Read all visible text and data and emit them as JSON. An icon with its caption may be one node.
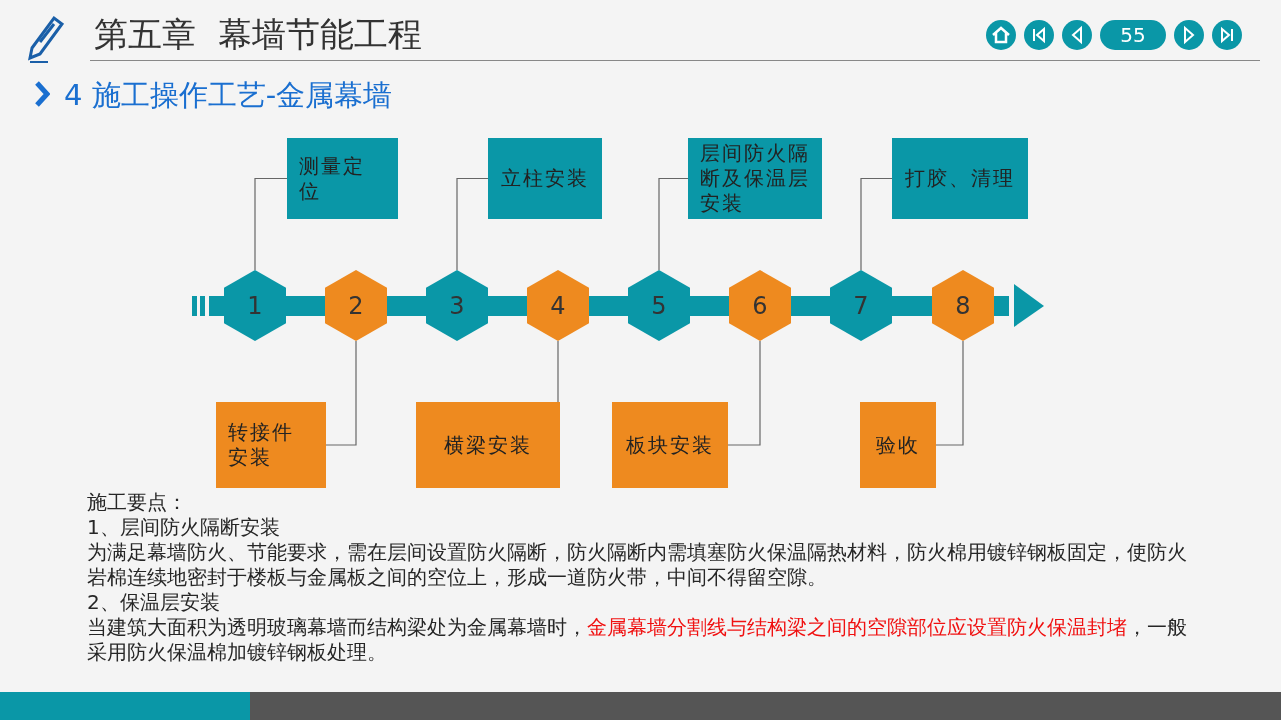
{
  "diagram": {
    "title": "第五章  幕墙节能工程",
    "nodes": [
      {
        "text": [
          "测量定位"
        ]
      },
      {
        "text": [
          "立柱安装"
        ]
      },
      {
        "text": [
          "层间防火隔断及保温层安装"
        ]
      },
      {
        "text": [
          "打胶、清理"
        ]
      },
      {
        "text": [
          "1"
        ]
      },
      {
        "text": [
          "2"
        ]
      },
      {
        "text": [
          "3"
        ]
      },
      {
        "text": [
          "4"
        ]
      },
      {
        "text": [
          "5"
        ]
      },
      {
        "text": [
          "6"
        ]
      },
      {
        "text": [
          "7"
        ]
      },
      {
        "text": [
          "8"
        ]
      },
      {
        "text": [
          "转接件安装"
        ]
      },
      {
        "text": [
          "横梁安装"
        ]
      },
      {
        "text": [
          "板块安装"
        ]
      },
      {
        "text": [
          "验收"
        ]
      }
    ],
    "edges": [
      {
        "from": 4,
        "to": 0,
        "arrow": "none"
      },
      {
        "from": 6,
        "to": 1,
        "arrow": "none"
      },
      {
        "from": 8,
        "to": 2,
        "arrow": "none"
      },
      {
        "from": 10,
        "to": 3,
        "arrow": "none"
      },
      {
        "from": 5,
        "to": 12,
        "arrow": "none"
      },
      {
        "from": 7,
        "to": 13,
        "arrow": "none"
      },
      {
        "from": 9,
        "to": 14,
        "arrow": "none"
      },
      {
        "from": 11,
        "to": 15,
        "arrow": "none"
      }
    ],
    "labels": [
      "4 施工操作工艺-金属幕墙",
      "55",
      "施工要点：",
      "1、层间防火隔断安装",
      "为满足幕墙防火、节能要求，需在层间设置防火隔断，防火隔断内需填塞防火保温隔热材料，防火棉用镀锌钢板固定，使防火岩棉连续地密封于楼板与金属板之间的空位上，形成一道防火带，中间不得留空隙。",
      "2、保温层安装",
      "当建筑大面积为透明玻璃幕墙而结构梁处为金属幕墙时，",
      "金属幕墙分割线与结构梁之间的空隙部位应设置防火保温封堵",
      "，一般采用防火保温棉加镀锌钢板处理。"
    ]
  }
}
